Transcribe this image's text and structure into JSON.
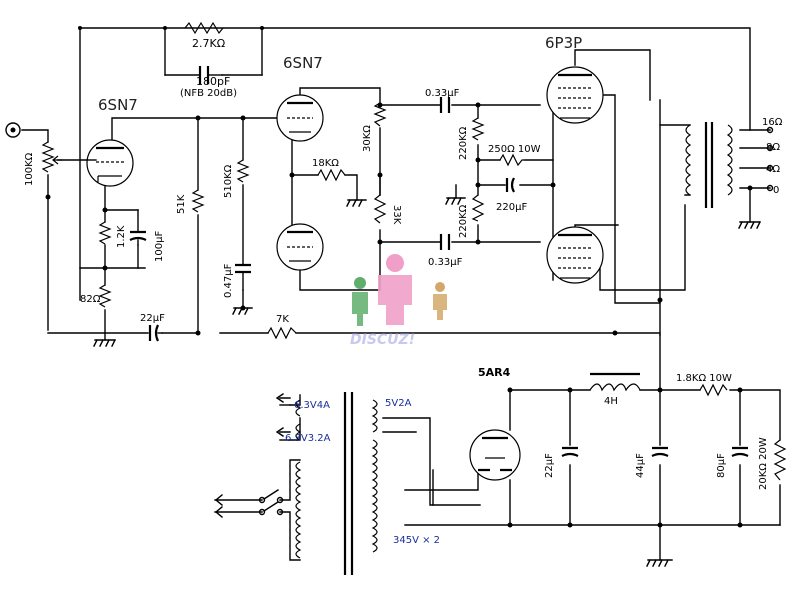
{
  "tubes": {
    "v1": "6SN7",
    "v2": "6SN7",
    "power": "6P3P",
    "rectifier": "5AR4"
  },
  "components": {
    "nfb_resistor": "2.7KΩ",
    "nfb_cap": "180pF",
    "nfb_note": "(NFB 20dB)",
    "volume_pot": "100KΩ",
    "cathode_bypass": "1.2K",
    "cathode_bypass_cap": "100μF",
    "cathode_r2": "82Ω",
    "grid_r_51k": "51K",
    "r_510k": "510KΩ",
    "cap_047": "0.47μF",
    "r_18k": "18KΩ",
    "r_30k": "30KΩ",
    "r_33k": "33K",
    "cap_033_top": "0.33μF",
    "cap_033_bot": "0.33μF",
    "r_220k_top": "220KΩ",
    "r_220k_bot": "220KΩ",
    "r_250": "250Ω 10W",
    "c_220u": "220μF",
    "c_22u_bottom": "22μF",
    "r_7k": "7K",
    "choke": "4H",
    "r_18k_10w": "1.8KΩ 10W",
    "c_22u_psu": "22μF",
    "c_44u": "44μF",
    "c_80u": "80μF",
    "r_20k_20w": "20KΩ 20W"
  },
  "output_taps": [
    "16Ω",
    "8Ω",
    "4Ω",
    "0"
  ],
  "power_supply": {
    "heater1": "6.3V4A",
    "heater2": "6.3V3.2A",
    "rect_heater": "5V2A",
    "ht_secondary": "345V × 2"
  },
  "watermark": "DISCUZ!",
  "colors": {
    "heater_label": "#1a2f9e",
    "watermark_green": "#5fae6b",
    "watermark_pink": "#f0a0c8",
    "watermark_tan": "#d2a86a"
  }
}
